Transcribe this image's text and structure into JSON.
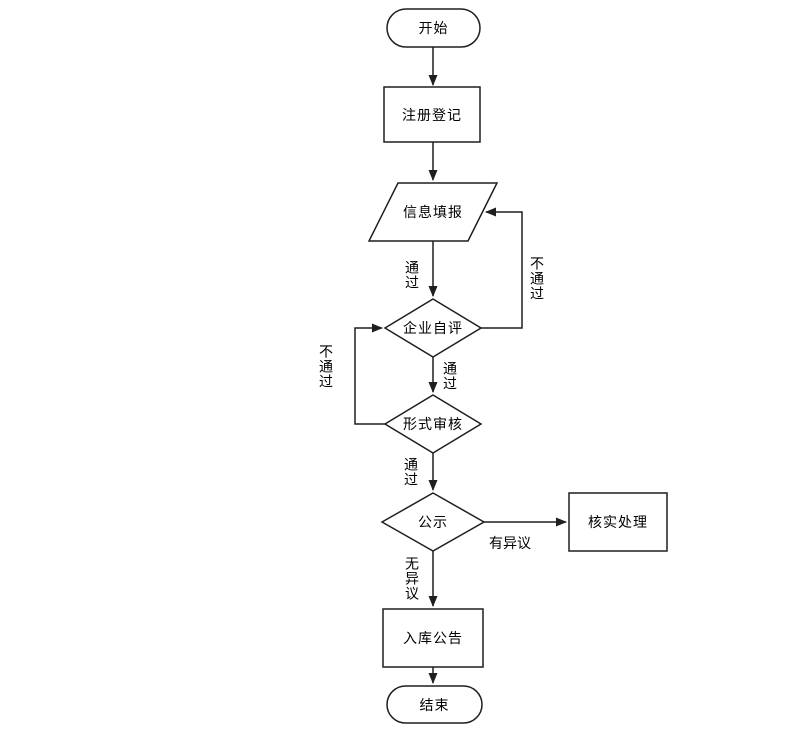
{
  "flowchart": {
    "nodes": {
      "start": {
        "label": "开始",
        "shape": "stadium"
      },
      "register": {
        "label": "注册登记",
        "shape": "process"
      },
      "info_fill": {
        "label": "信息填报",
        "shape": "data-parallelogram"
      },
      "self_eval": {
        "label": "企业自评",
        "shape": "decision"
      },
      "form_review": {
        "label": "形式审核",
        "shape": "decision"
      },
      "publicity": {
        "label": "公示",
        "shape": "decision"
      },
      "verify_handle": {
        "label": "核实处理",
        "shape": "process"
      },
      "storage_notice": {
        "label": "入库公告",
        "shape": "process"
      },
      "end": {
        "label": "结束",
        "shape": "stadium"
      }
    },
    "edges": {
      "info_to_self_eval": "通过",
      "self_eval_to_info": "不通过",
      "self_eval_to_review": "通过",
      "review_to_self_eval": "不通过",
      "review_to_publicity": "通过",
      "publicity_to_verify": "有异议",
      "publicity_to_storage": "无异议"
    },
    "colors": {
      "background": "#ffffff",
      "stroke": "#1f1f1f",
      "text": "#000000"
    }
  }
}
